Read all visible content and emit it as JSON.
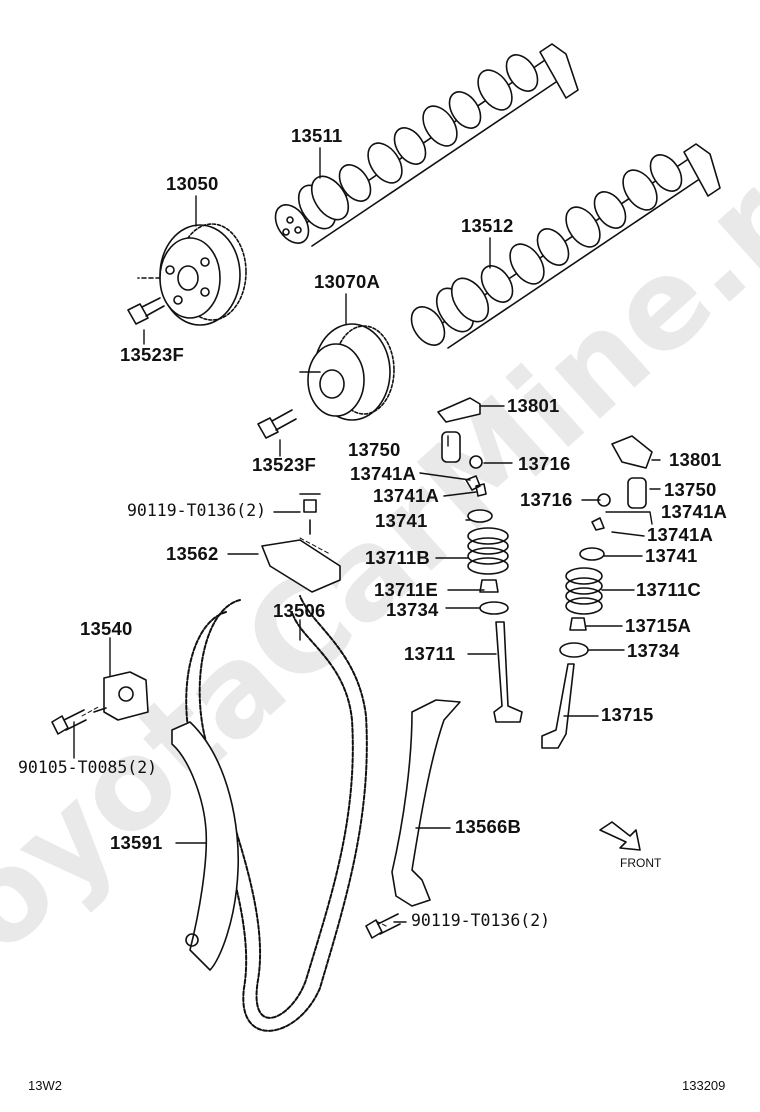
{
  "watermark": "ToyotaCarMine.ru",
  "parts": {
    "p13511": "13511",
    "p13050": "13050",
    "p13512": "13512",
    "p13070A": "13070A",
    "p13523F_upper": "13523F",
    "p13801_left": "13801",
    "p13750_left": "13750",
    "p13716_left": "13716",
    "p13741A_left1": "13741A",
    "p13801_right": "13801",
    "p13523F_lower": "13523F",
    "p13741A_left2": "13741A",
    "p13750_right": "13750",
    "p13716_right": "13716",
    "p90119_upper": "90119-T0136(2)",
    "p13741A_right1": "13741A",
    "p13741_left": "13741",
    "p13741A_right2": "13741A",
    "p13562": "13562",
    "p13711B": "13711B",
    "p13741_right": "13741",
    "p13711E": "13711E",
    "p13711C": "13711C",
    "p13734_left": "13734",
    "p13506": "13506",
    "p13540": "13540",
    "p13715A": "13715A",
    "p13711": "13711",
    "p13734_right": "13734",
    "p13715": "13715",
    "p90105": "90105-T0085(2)",
    "p13566B": "13566B",
    "p13591": "13591",
    "p90119_lower": "90119-T0136(2)"
  },
  "front_label": "FRONT",
  "footer": {
    "left_code": "13W2",
    "right_code": "133209"
  }
}
